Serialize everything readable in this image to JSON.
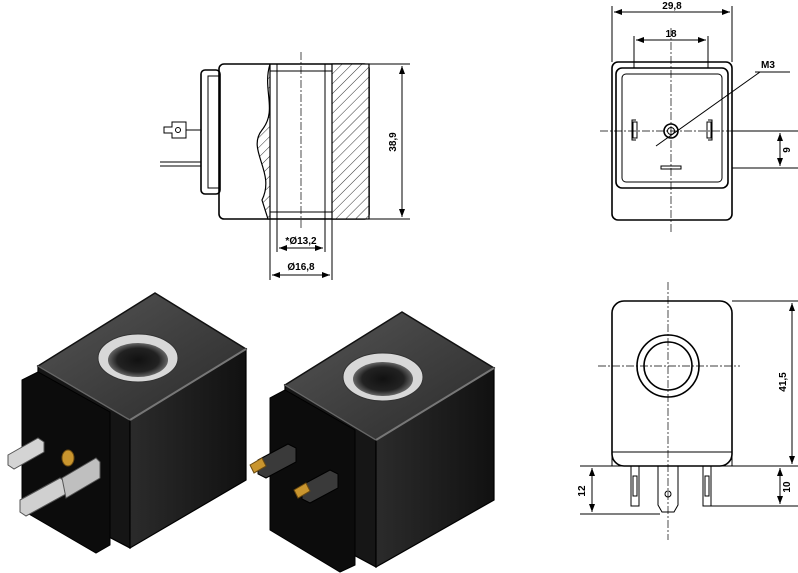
{
  "dimensions": {
    "height_side": "38,9",
    "inner_diameter": "*Ø13,2",
    "outer_diameter": "Ø16,8",
    "width_top": "29,8",
    "inner_width": "18",
    "screw": "M3",
    "offset_right": "9",
    "height_total": "41,5",
    "pin_left": "12",
    "pin_right": "10"
  },
  "colors": {
    "coil_body": "#1b1b1b",
    "coil_highlight": "#4a4a4a",
    "bore": "#d9d9d9",
    "terminals": "#c8c8c8",
    "brass": "#c9952e"
  }
}
